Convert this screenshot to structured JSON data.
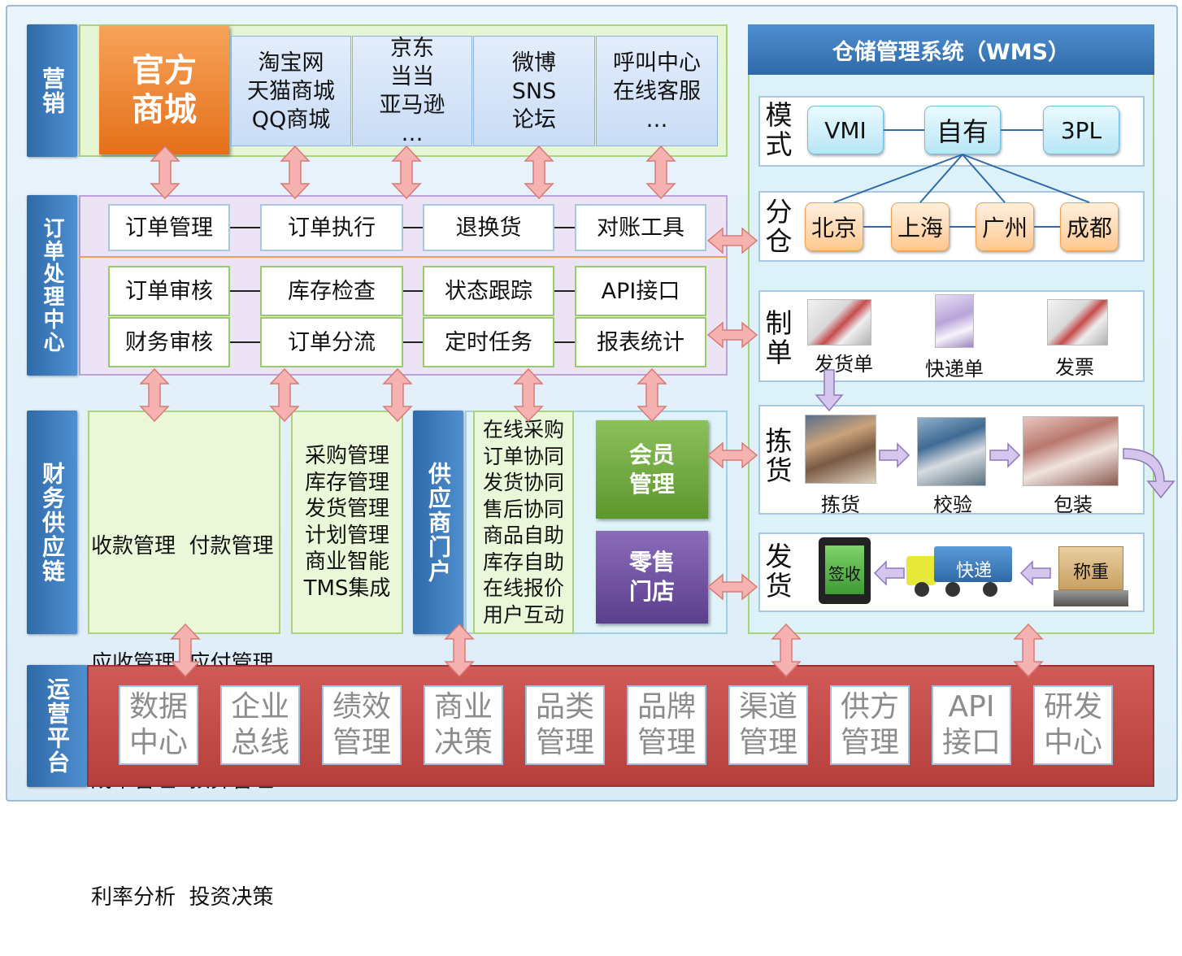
{
  "lanes": {
    "marketing": "营销",
    "order_center": "订单处理中心",
    "finance": "财务供应链",
    "supplier": "供应商门户",
    "operations": "运营平台"
  },
  "marketing": {
    "official_store": "官方\n商城",
    "channels": [
      "淘宝网\n天猫商城\nQQ商城",
      "京东\n当当\n亚马逊\n…",
      "微博\nSNS\n论坛",
      "呼叫中心\n在线客服\n…"
    ]
  },
  "order_center": {
    "row1": [
      "订单管理",
      "订单执行",
      "退换货",
      "对账工具"
    ],
    "row2": [
      "订单审核",
      "库存检查",
      "状态跟踪",
      "API接口"
    ],
    "row3": [
      "财务审核",
      "订单分流",
      "定时任务",
      "报表统计"
    ]
  },
  "finance": {
    "left": [
      "收款管理  付款管理",
      "应收管理  应付管理",
      "成本管理  预算管理",
      "利率分析  投资决策"
    ],
    "right": [
      "采购管理",
      "库存管理",
      "发货管理",
      "计划管理",
      "商业智能",
      "TMS集成"
    ]
  },
  "supplier": {
    "items": [
      "在线采购",
      "订单协同",
      "发货协同",
      "售后协同",
      "商品自助",
      "库存自助",
      "在线报价",
      "用户互动"
    ],
    "member": "会员\n管理",
    "retail": "零售\n门店"
  },
  "wms": {
    "title": "仓储管理系统（WMS）",
    "mode": {
      "label": "模\n式",
      "items": [
        "VMI",
        "自有",
        "3PL"
      ]
    },
    "branch": {
      "label": "分\n仓",
      "items": [
        "北京",
        "上海",
        "广州",
        "成都"
      ]
    },
    "docs": {
      "label": "制\n单",
      "captions": [
        "发货单",
        "快递单",
        "发票"
      ]
    },
    "picking": {
      "label": "拣\n货",
      "captions": [
        "拣货",
        "校验",
        "包装"
      ]
    },
    "shipping": {
      "label": "发\n货",
      "sign": "签收",
      "express": "快递",
      "weigh": "称重"
    }
  },
  "operations": {
    "items": [
      "数据\n中心",
      "企业\n总线",
      "绩效\n管理",
      "商业\n决策",
      "品类\n管理",
      "品牌\n管理",
      "渠道\n管理",
      "供方\n管理",
      "API\n接口",
      "研发\n中心"
    ]
  },
  "colors": {
    "lane_blue": "#3b7bc0",
    "official_orange": "#f07a1a",
    "member_green": "#6ea83c",
    "retail_purple": "#6b4c9a",
    "ops_red": "#c0504d",
    "arrow_pink": "#f4a6a6",
    "arrow_purple": "#b9a3d9"
  }
}
